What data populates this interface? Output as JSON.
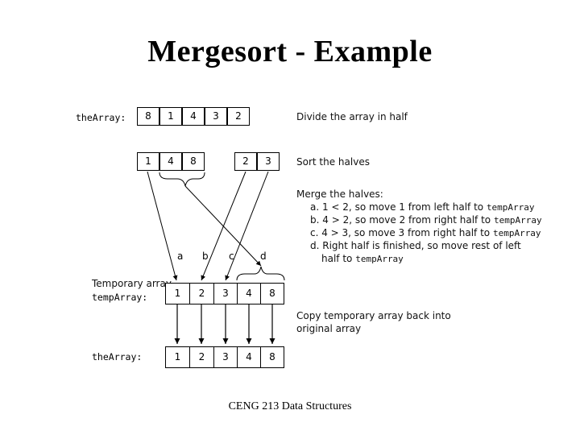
{
  "title": "Mergesort - Example",
  "footer": "CENG 213 Data Structures",
  "labels": {
    "the_array_1": "theArray:",
    "temporary_array": "Temporary array",
    "temp_array": "tempArray:",
    "the_array_2": "theArray:"
  },
  "arrays": {
    "initial": [
      "8",
      "1",
      "4",
      "3",
      "2"
    ],
    "left_half": [
      "1",
      "4",
      "8"
    ],
    "right_half": [
      "2",
      "3"
    ],
    "temp": [
      "1",
      "2",
      "3",
      "4",
      "8"
    ],
    "final": [
      "1",
      "2",
      "3",
      "4",
      "8"
    ]
  },
  "steps": {
    "divide": "Divide the array in half",
    "sort": "Sort the halves",
    "merge_heading": "Merge the halves:",
    "merge_a_pre": "a. 1 < 2, so move 1 from left half to ",
    "merge_b_pre": "b. 4 > 2, so move 2 from right half to ",
    "merge_c_pre": "c. 4 > 3, so move 3 from right half to ",
    "merge_d_line1": "d. Right half is finished, so move rest of left",
    "merge_d_pre": "half to ",
    "code_temp": "tempArray",
    "copy_line1": "Copy temporary array back into",
    "copy_line2": "original array"
  },
  "arrow_letters": [
    "a",
    "b",
    "c",
    "d"
  ]
}
